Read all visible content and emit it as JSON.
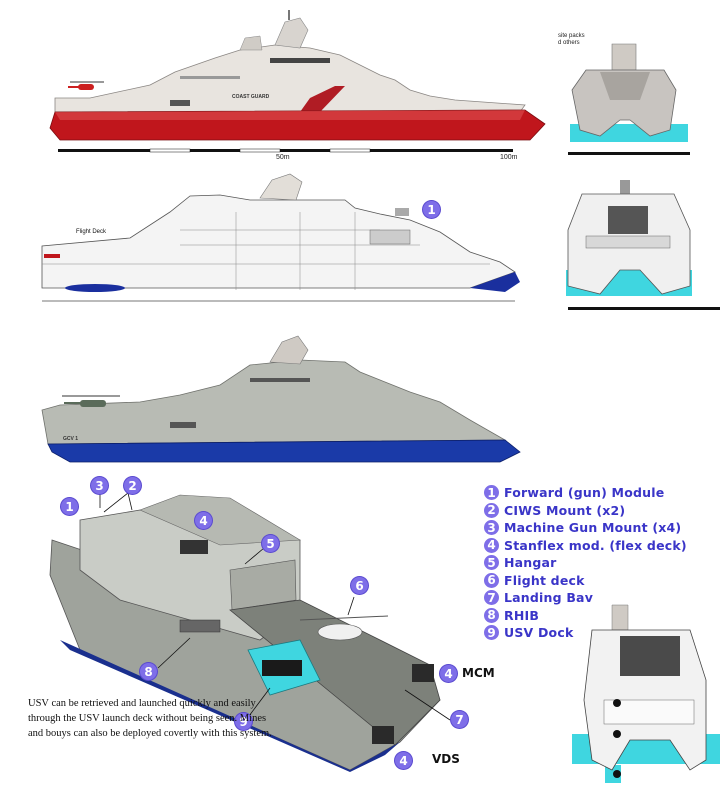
{
  "profile_red": {
    "hull_marking": "COAST GUARD",
    "scale_mid": "50m",
    "scale_end": "100m"
  },
  "end_view_top": {
    "annotation": "site packs\nd others"
  },
  "profile_white": {
    "flight_deck_label": "Flight Deck",
    "callout": "1"
  },
  "profile_grey": {
    "hull_marking": "GCV 1"
  },
  "legend": [
    {
      "num": "1",
      "label": "Forward (gun) Module"
    },
    {
      "num": "2",
      "label": "CIWS Mount (x2)"
    },
    {
      "num": "3",
      "label": "Machine Gun Mount (x4)"
    },
    {
      "num": "4",
      "label": "Stanflex mod. (flex deck)"
    },
    {
      "num": "5",
      "label": "Hangar"
    },
    {
      "num": "6",
      "label": "Flight deck"
    },
    {
      "num": "7",
      "label": "Landing Bav"
    },
    {
      "num": "8",
      "label": "RHIB"
    },
    {
      "num": "9",
      "label": "USV Dock"
    }
  ],
  "iso_callouts": {
    "c1": "1",
    "c2": "2",
    "c3": "3",
    "c4a": "4",
    "c5": "5",
    "c6": "6",
    "c4b": "4",
    "c7": "7",
    "c8": "8",
    "c9": "9",
    "c4c": "4"
  },
  "tags": {
    "mcm": "MCM",
    "vds": "VDS"
  },
  "caption": "USV can be retrieved and launched quickly and easily through the USV launch deck without being seen. Mines and bouys can also be deployed covertly with this system.",
  "colors": {
    "callout": "#7e6ee8",
    "legend_text": "#3a35c8",
    "red_hull": "#c0161c",
    "blue_hull": "#1a3aa8",
    "water_cyan": "#3fd6e0"
  }
}
